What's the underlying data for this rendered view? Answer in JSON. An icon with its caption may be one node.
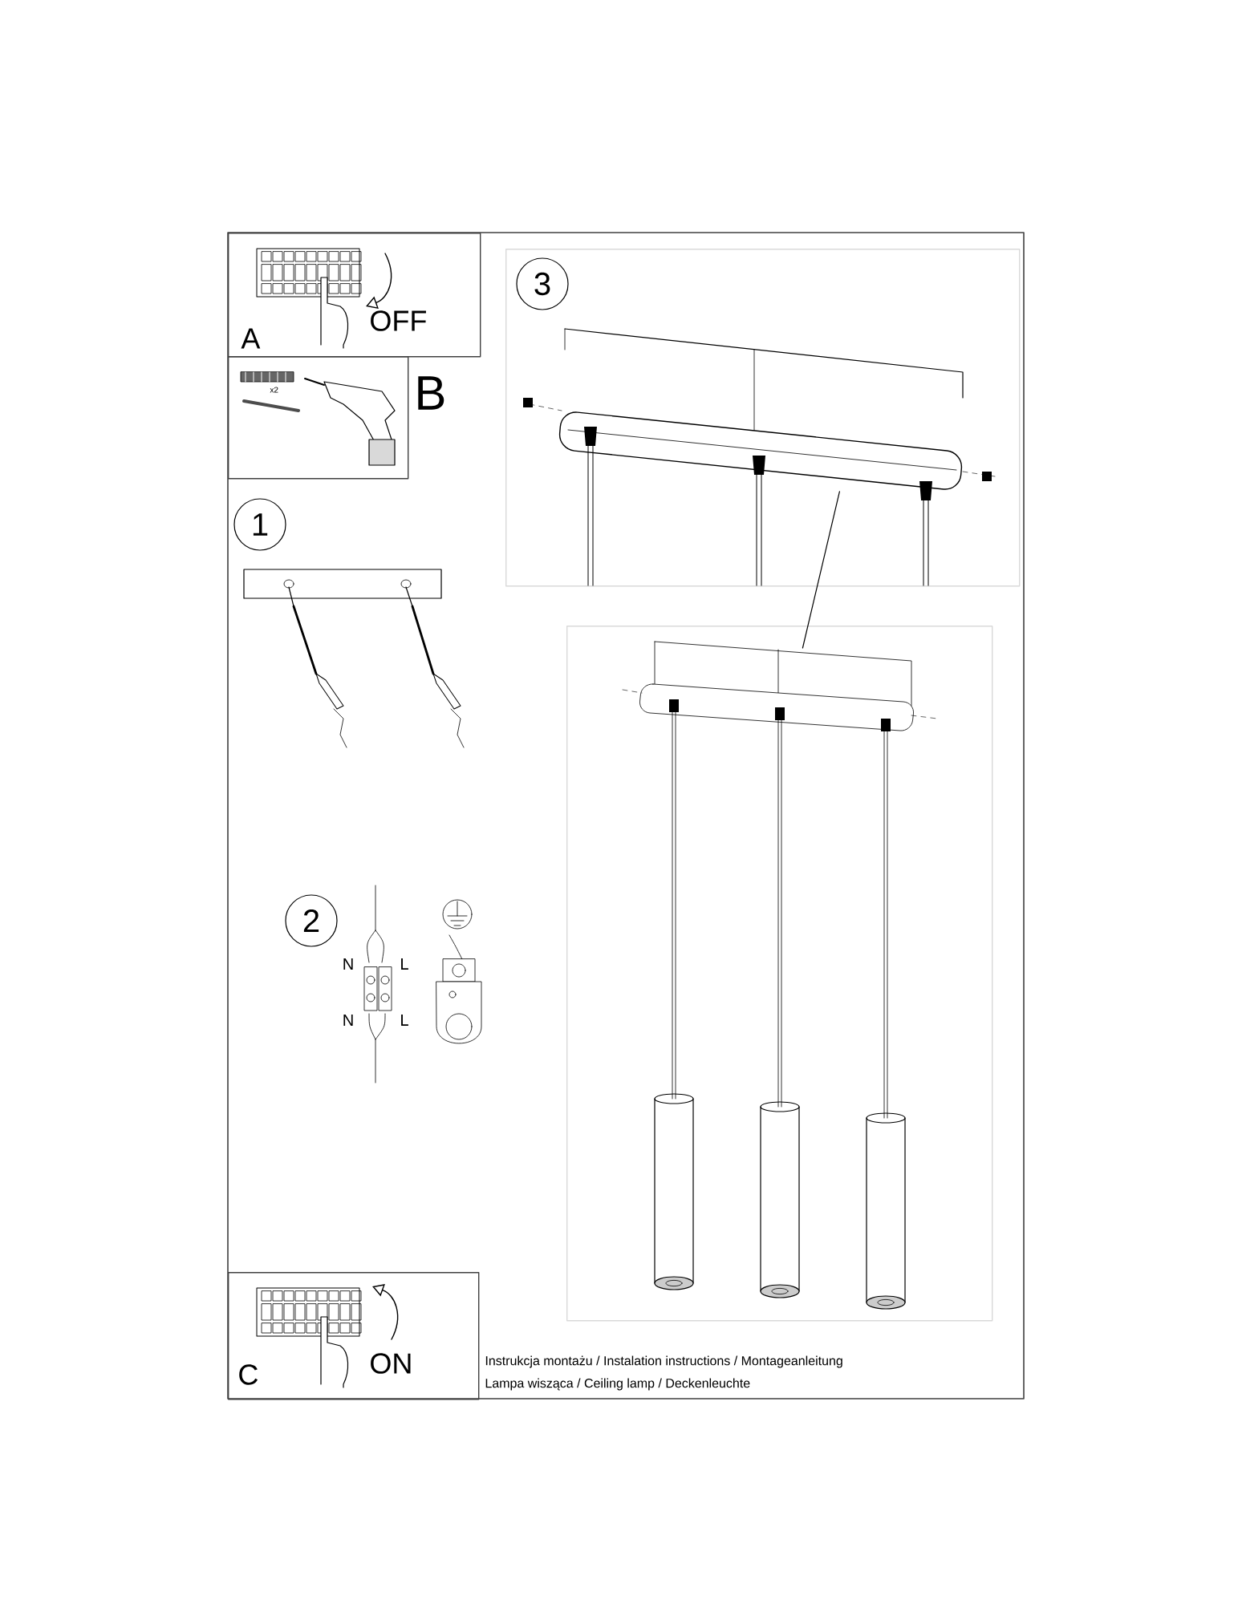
{
  "diagram": {
    "nodes": [
      {
        "text": [
          "A",
          "OFF"
        ]
      },
      {
        "text": [
          "B"
        ]
      },
      {
        "text": [
          "1"
        ]
      },
      {
        "text": [
          "2"
        ]
      },
      {
        "text": [],
        "shape": "box"
      },
      {
        "text": [
          "3"
        ],
        "in": 4
      },
      {
        "text": [],
        "shape": "picture",
        "in": 4
      },
      {
        "text": [],
        "shape": "box"
      },
      {
        "text": [],
        "shape": "picture",
        "in": 7
      },
      {
        "text": [
          "C",
          "ON"
        ]
      }
    ],
    "edges": [
      {
        "from": 6,
        "to": 8,
        "arrow": "none"
      }
    ],
    "labels": [
      "x2",
      "N",
      "L",
      "N",
      "L",
      "Instrukcja montażu / Instalation instructions / Montageanleitung",
      "Lampa wisząca / Ceiling lamp / Deckenleuchte"
    ]
  }
}
